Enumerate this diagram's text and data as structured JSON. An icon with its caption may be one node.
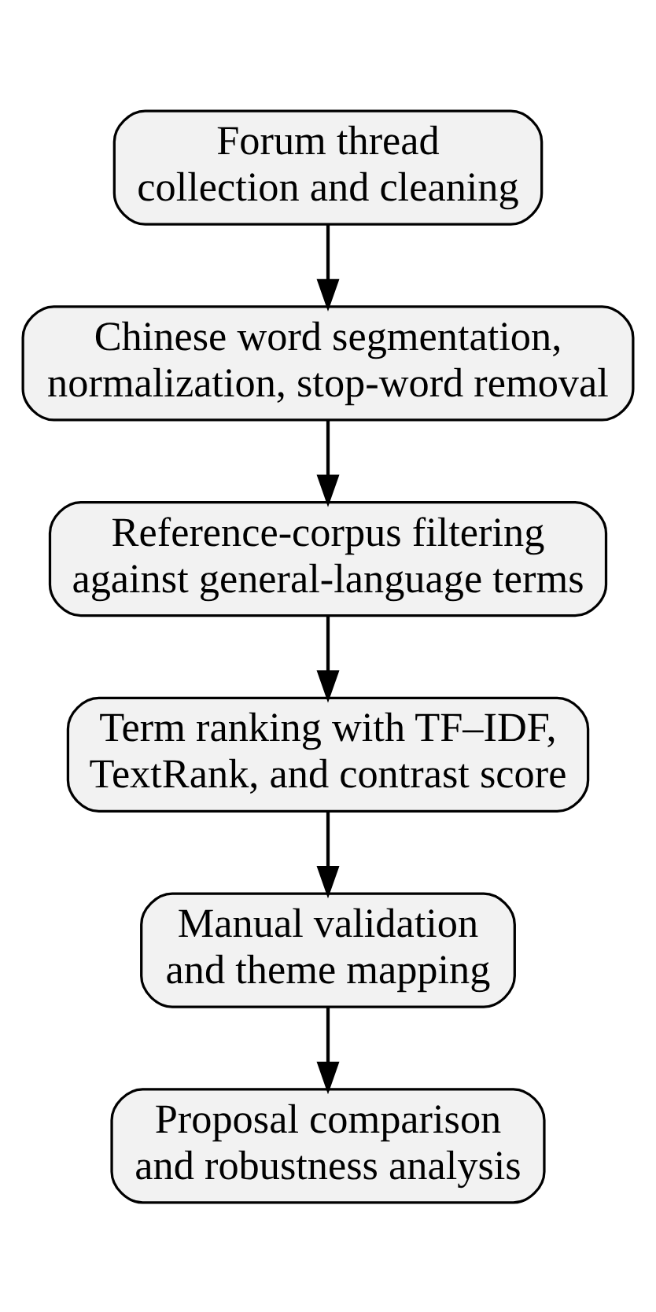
{
  "diagram": {
    "nodes": [
      {
        "text": [
          "Forum thread collection and cleaning"
        ]
      },
      {
        "text": [
          "Chinese word segmentation, normalization, stop-word removal"
        ]
      },
      {
        "text": [
          "Reference-corpus filtering against general-language terms"
        ]
      },
      {
        "text": [
          "Term ranking with TF–IDF, TextRank, and contrast score"
        ]
      },
      {
        "text": [
          "Manual validation and theme mapping"
        ]
      },
      {
        "text": [
          "Proposal comparison and robustness analysis"
        ]
      }
    ],
    "edges": [
      {
        "from": 0,
        "to": 1,
        "arrow": "to"
      },
      {
        "from": 1,
        "to": 2,
        "arrow": "to"
      },
      {
        "from": 2,
        "to": 3,
        "arrow": "to"
      },
      {
        "from": 3,
        "to": 4,
        "arrow": "to"
      },
      {
        "from": 4,
        "to": 5,
        "arrow": "to"
      }
    ]
  }
}
